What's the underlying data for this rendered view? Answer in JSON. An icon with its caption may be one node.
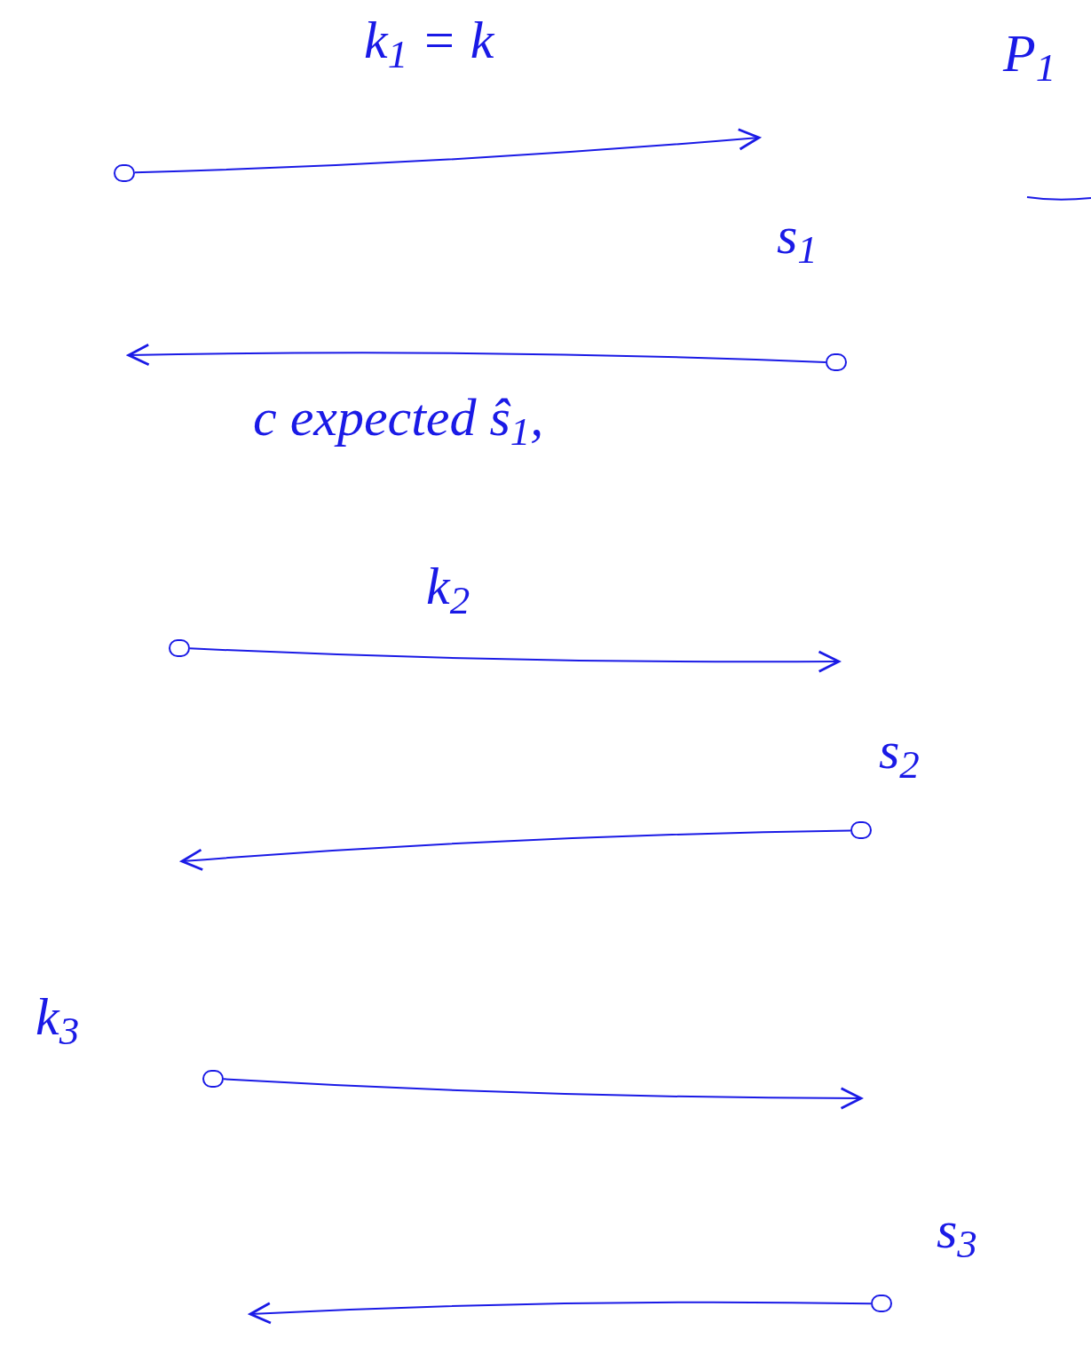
{
  "diagram": {
    "nodes": [
      {
        "text": [],
        "shape": "circle"
      },
      {
        "text": [],
        "shape": "circle"
      },
      {
        "text": [],
        "shape": "circle"
      },
      {
        "text": [],
        "shape": "circle"
      },
      {
        "text": [],
        "shape": "circle"
      },
      {
        "text": [],
        "shape": "circle"
      }
    ],
    "edges": [
      {
        "from": 0,
        "to": null,
        "arrow": "to"
      },
      {
        "from": 1,
        "to": null,
        "arrow": "to"
      },
      {
        "from": 2,
        "to": null,
        "arrow": "to"
      },
      {
        "from": 3,
        "to": null,
        "arrow": "to"
      },
      {
        "from": 4,
        "to": null,
        "arrow": "to"
      },
      {
        "from": 5,
        "to": null,
        "arrow": "to"
      }
    ],
    "labels": [
      "k$_{1}$ = k",
      "P$_{1}$",
      "s$_{1}$",
      "c expected ŝ$_{1}$,",
      "k$_{2}$",
      "s$_{2}$",
      "k$_{3}$",
      "s$_{3}$"
    ]
  }
}
